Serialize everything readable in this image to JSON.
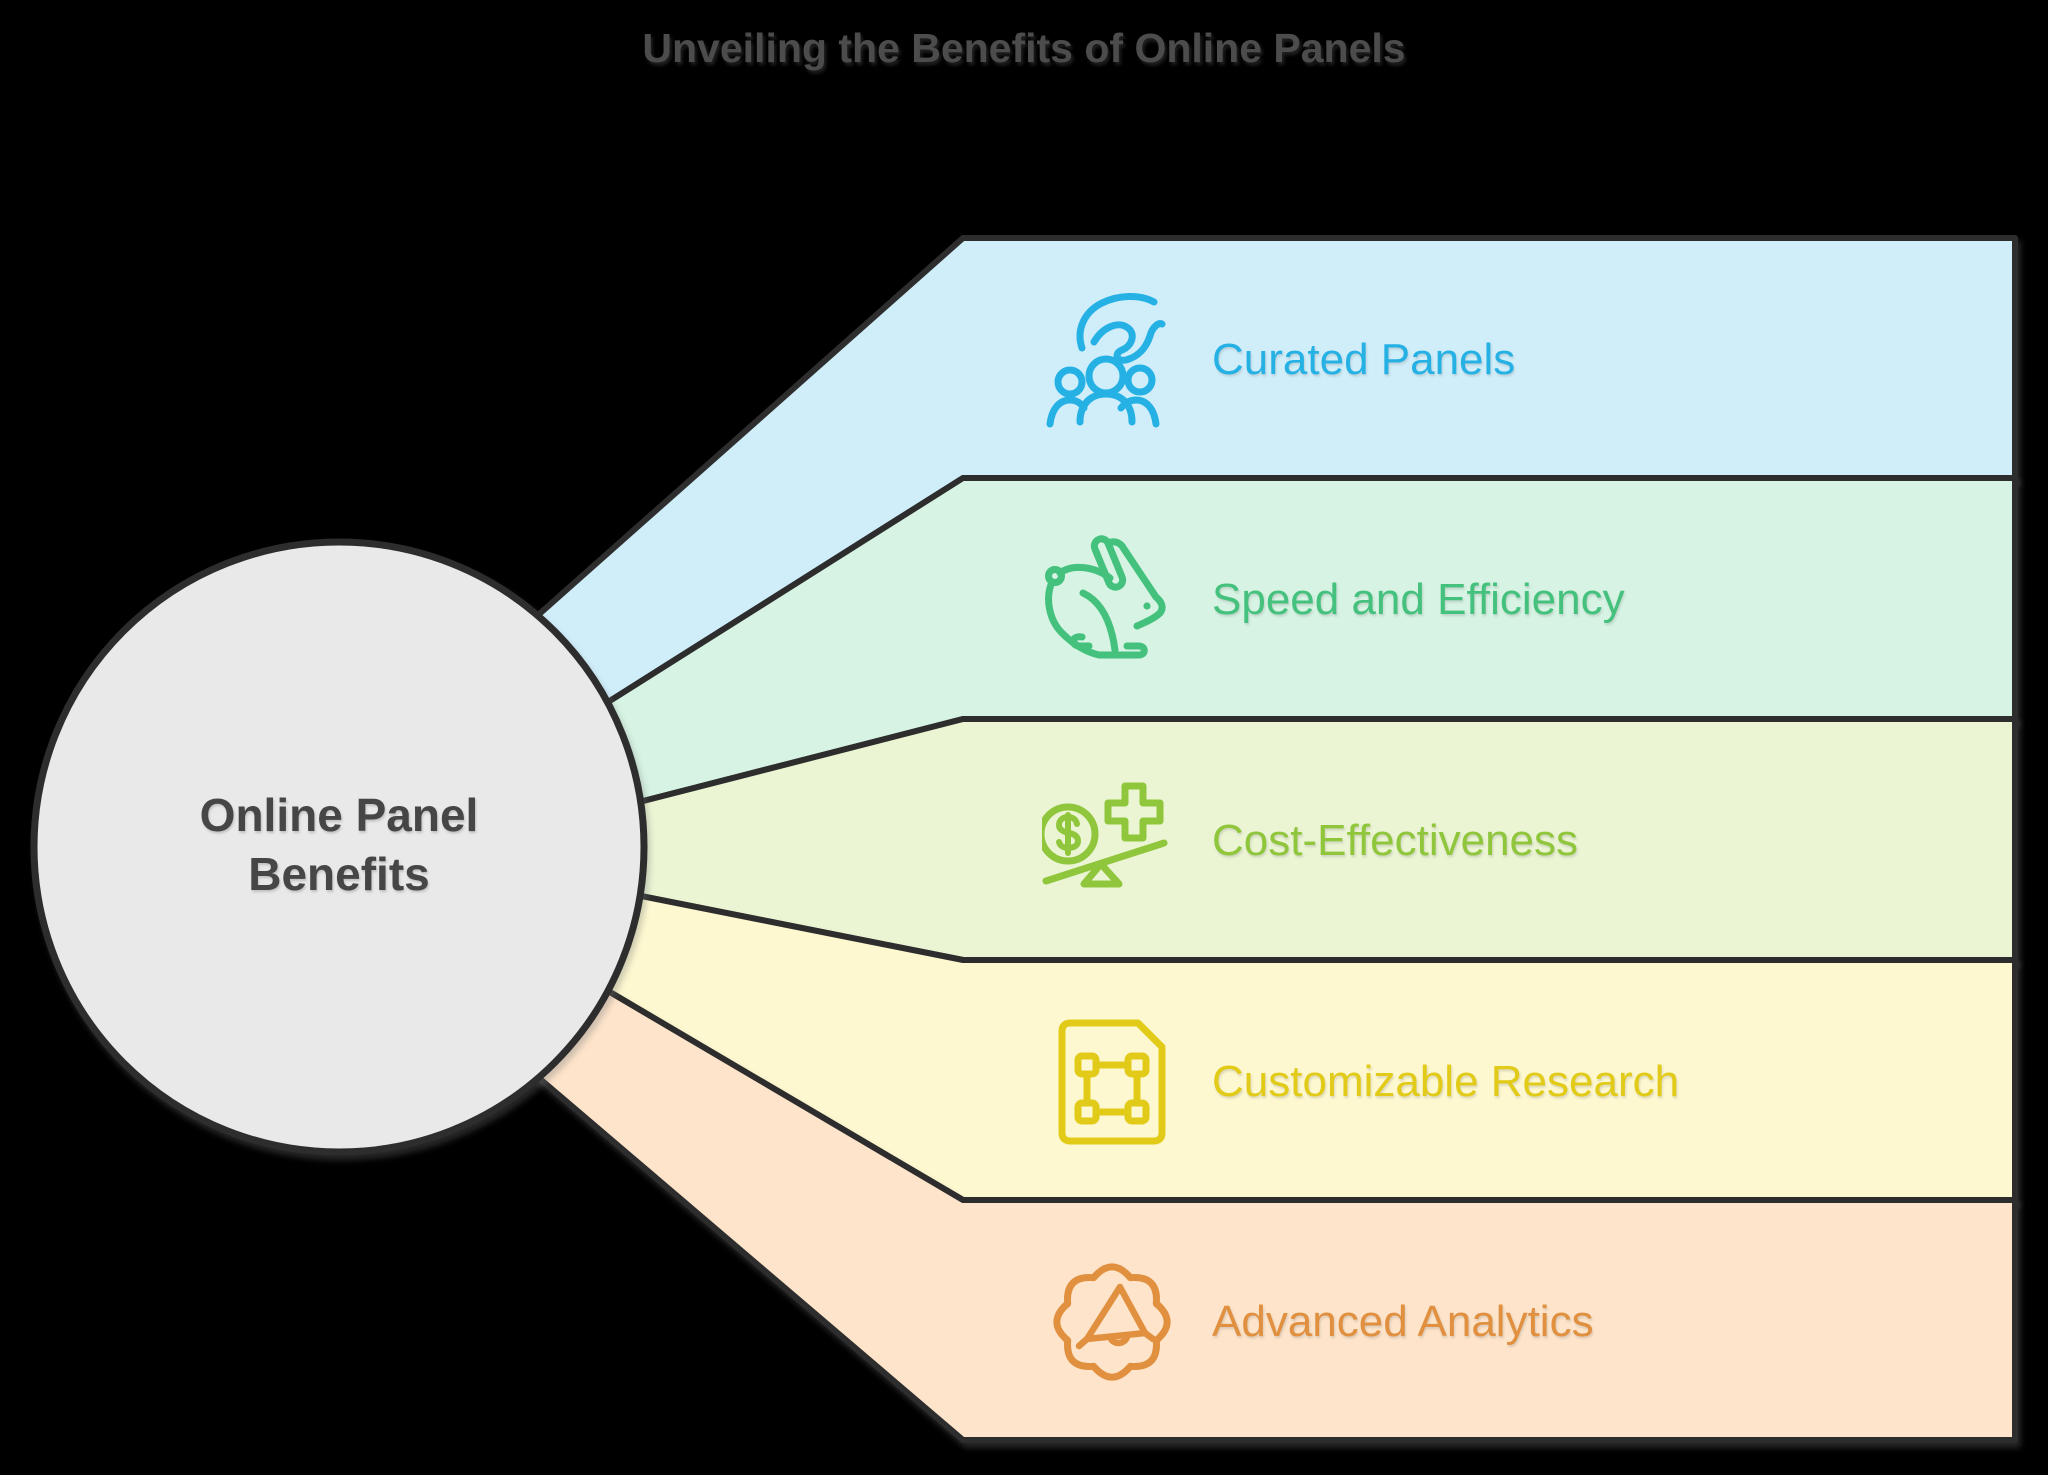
{
  "page": {
    "background_color": "#000000"
  },
  "title": {
    "text": "Unveiling the Benefits of Online Panels",
    "color": "#4c4c4c"
  },
  "center_node": {
    "line1": "Online Panel",
    "line2": "Benefits",
    "fill_color": "#e9e9e9",
    "border_color": "#2d2d2d",
    "text_color": "#464646"
  },
  "border_color": "#2d2d2d",
  "bands": [
    {
      "label": "Curated Panels",
      "icon": "hand-over-people-icon",
      "accent_color": "#26b1e5",
      "bg_color": "#d0eefa"
    },
    {
      "label": "Speed and Efficiency",
      "icon": "rabbit-icon",
      "accent_color": "#44c17d",
      "bg_color": "#d6f3e3"
    },
    {
      "label": "Cost-Effectiveness",
      "icon": "dollar-balance-icon",
      "accent_color": "#90c63c",
      "bg_color": "#ebf5d4"
    },
    {
      "label": "Customizable Research",
      "icon": "document-frame-icon",
      "accent_color": "#e2cb18",
      "bg_color": "#fdf8d0"
    },
    {
      "label": "Advanced Analytics",
      "icon": "gear-megaphone-icon",
      "accent_color": "#e0903f",
      "bg_color": "#fde4ca"
    }
  ]
}
